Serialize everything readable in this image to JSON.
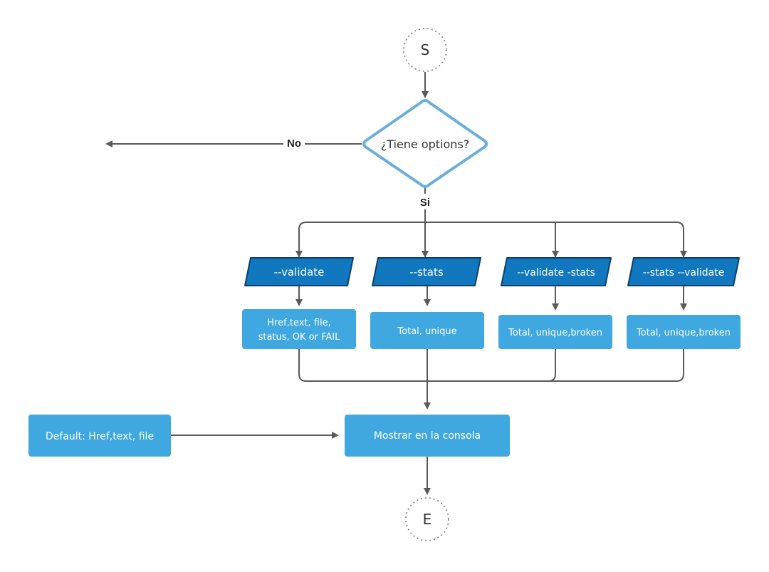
{
  "nodes": {
    "start": "S",
    "end": "E",
    "decision": "¿Tiene options?",
    "opt_validate": "--validate",
    "opt_stats": "--stats",
    "opt_validate_stats": "--validate -stats",
    "opt_stats_validate": "--stats --validate",
    "out_validate_line1": "Href,text, file,",
    "out_validate_line2": "status, OK or FAIL",
    "out_stats": "Total, unique",
    "out_validate_stats": "Total, unique,broken",
    "out_stats_validate": "Total, unique,broken",
    "default": "Default: Href,text, file",
    "console": "Mostrar en la consola"
  },
  "edge_labels": {
    "no": "No",
    "yes": "Si"
  },
  "colors": {
    "parallelogram_fill": "#1177bf",
    "parallelogram_stroke": "#0d3f6b",
    "box_fill": "#3fa8e0",
    "decision_stroke": "#6aaedd",
    "edge": "#5a5a5a",
    "terminal_stroke": "#888888"
  }
}
